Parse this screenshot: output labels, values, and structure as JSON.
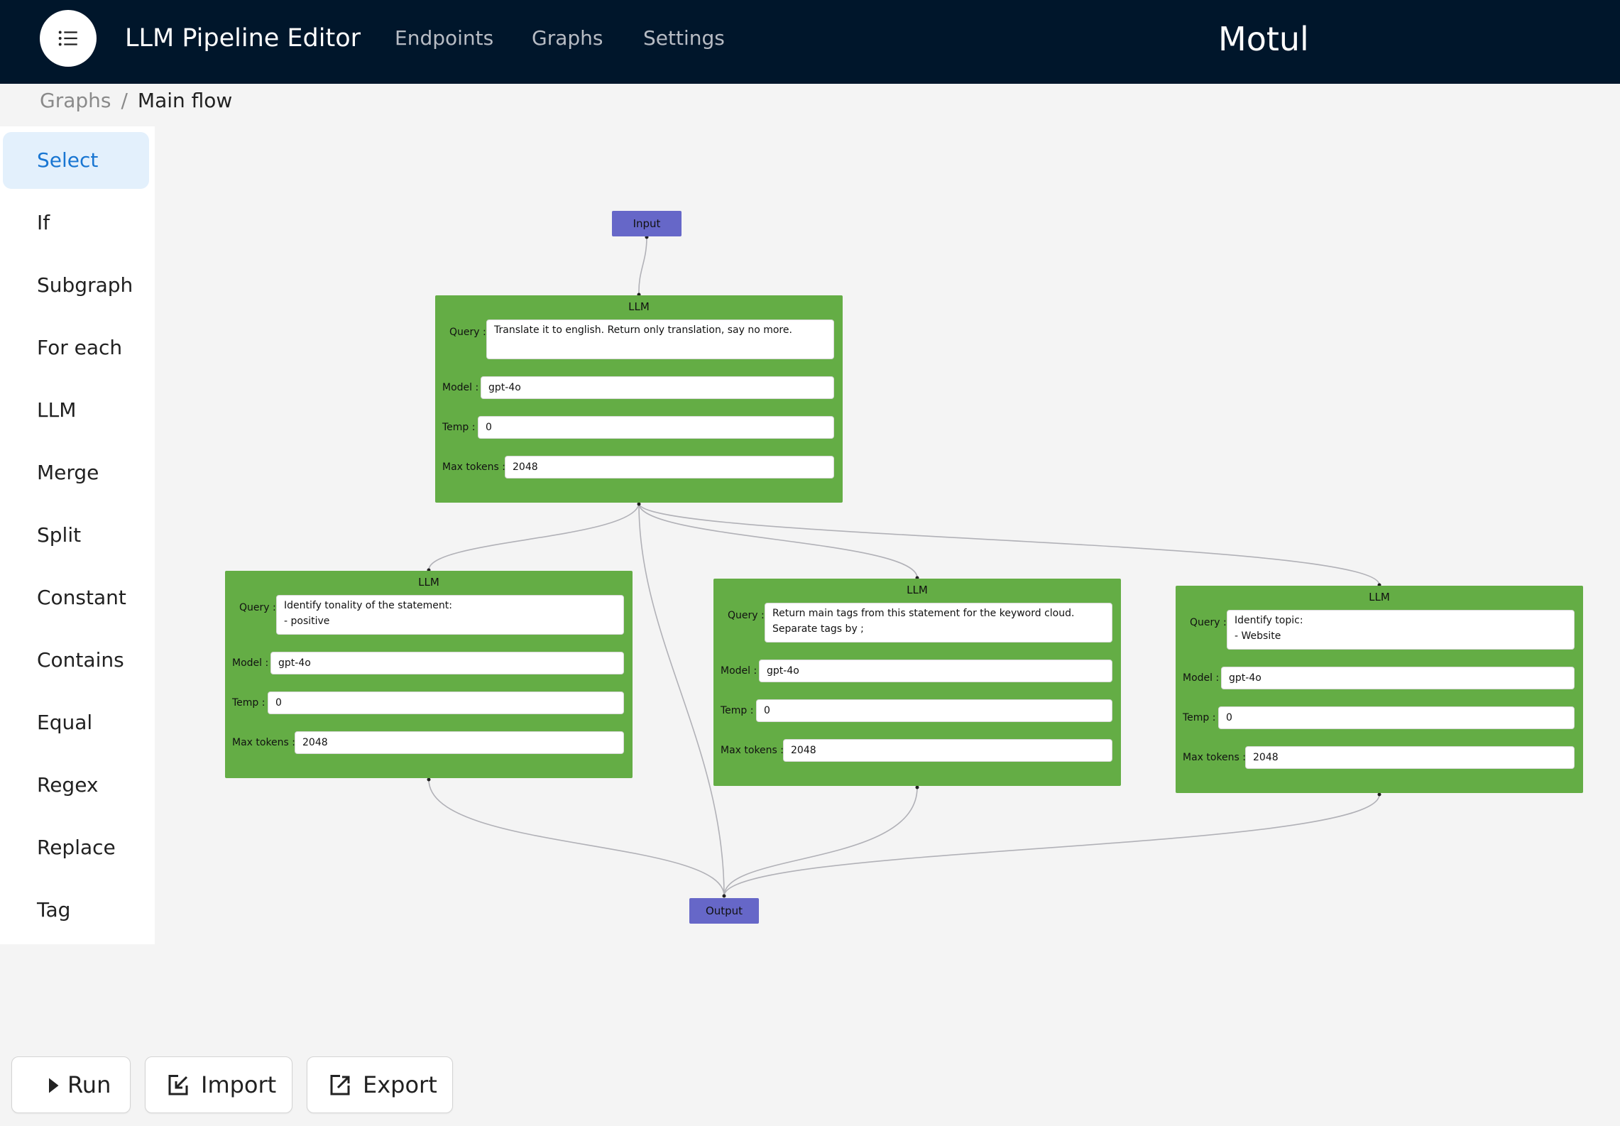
{
  "header": {
    "app_title": "LLM Pipeline Editor",
    "nav": [
      "Endpoints",
      "Graphs",
      "Settings"
    ],
    "brand": "Motul",
    "menu_icon": "list-menu-icon"
  },
  "breadcrumb": {
    "parent": "Graphs",
    "separator": "/",
    "current": "Main flow"
  },
  "palette": {
    "selected": "Select",
    "items": [
      "Select",
      "If",
      "Subgraph",
      "For each",
      "LLM",
      "Merge",
      "Split",
      "Constant",
      "Contains",
      "Equal",
      "Regex",
      "Replace",
      "Tag"
    ]
  },
  "graph": {
    "input_label": "Input",
    "output_label": "Output",
    "field_labels": {
      "query": "Query",
      "model": "Model",
      "temp": "Temp",
      "max_tokens": "Max tokens"
    },
    "nodes": [
      {
        "title": "LLM",
        "query": "Translate it to english. Return only translation, say no more.",
        "model": "gpt-4o",
        "temp": "0",
        "max_tokens": "2048"
      },
      {
        "title": "LLM",
        "query": "Identify tonality of the statement:\n- positive",
        "model": "gpt-4o",
        "temp": "0",
        "max_tokens": "2048"
      },
      {
        "title": "LLM",
        "query": "Return main tags from this statement for the keyword cloud. Separate tags by ;",
        "model": "gpt-4o",
        "temp": "0",
        "max_tokens": "2048"
      },
      {
        "title": "LLM",
        "query": "Identify topic:\n- Website",
        "model": "gpt-4o",
        "temp": "0",
        "max_tokens": "2048"
      }
    ]
  },
  "actions": {
    "run": "Run",
    "import": "Import",
    "export": "Export"
  },
  "colors": {
    "header_bg": "#00162b",
    "node_green": "#64ad45",
    "io_purple": "#6667c8",
    "selected_bg": "#e3f0fc",
    "selected_text": "#1976d2"
  }
}
